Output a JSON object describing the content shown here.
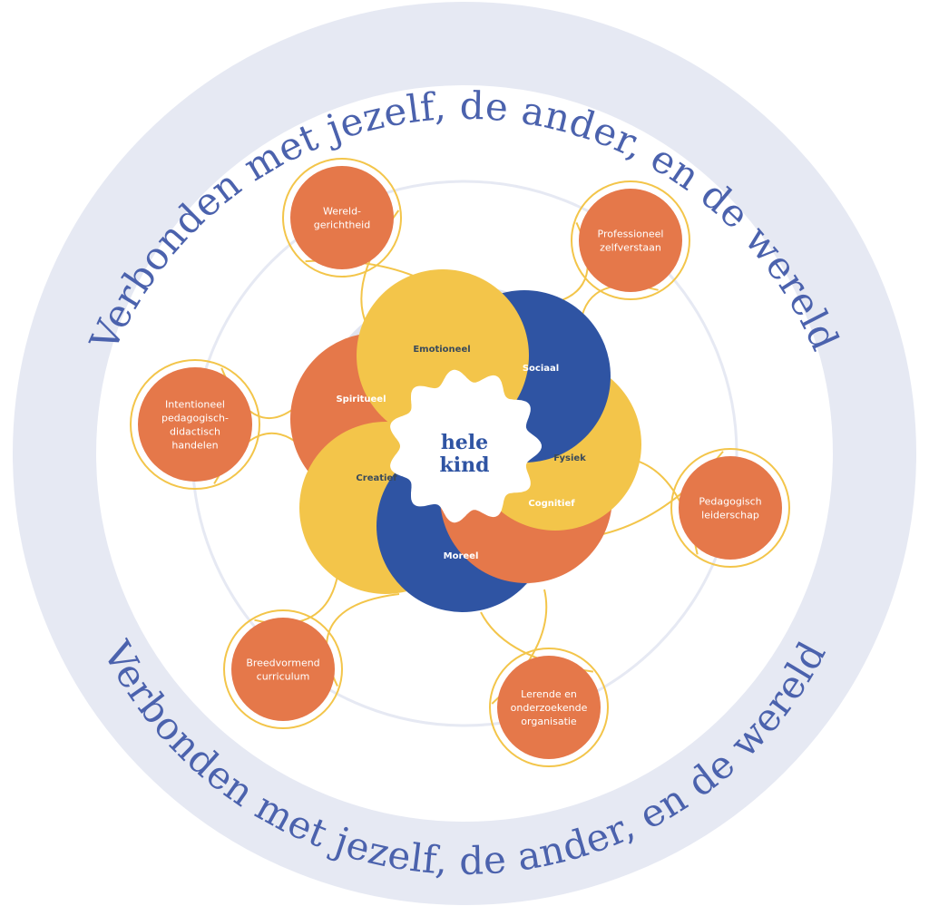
{
  "ring_text_top": "Verbonden met jezelf, de ander, en de wereld",
  "ring_text_bottom": "Verbonden met jezelf, de ander, en de wereld",
  "center": {
    "line1": "hele",
    "line2": "kind"
  },
  "petals": [
    {
      "label": "Emotioneel",
      "color": "#f3c54a",
      "text_color": "#3a4a5a"
    },
    {
      "label": "Sociaal",
      "color": "#2f54a3",
      "text_color": "#ffffff"
    },
    {
      "label": "Fysiek",
      "color": "#f3c54a",
      "text_color": "#3a4a5a"
    },
    {
      "label": "Cognitief",
      "color": "#e5784a",
      "text_color": "#ffffff"
    },
    {
      "label": "Moreel",
      "color": "#2f54a3",
      "text_color": "#ffffff"
    },
    {
      "label": "Creatief",
      "color": "#f3c54a",
      "text_color": "#3a4a5a"
    },
    {
      "label": "Spiritueel",
      "color": "#e5784a",
      "text_color": "#ffffff"
    }
  ],
  "nodes": [
    {
      "lines": [
        "Wereld-",
        "gerichtheid"
      ]
    },
    {
      "lines": [
        "Professioneel",
        "zelfverstaan"
      ]
    },
    {
      "lines": [
        "Intentioneel",
        "pedagogisch-",
        "didactisch",
        "handelen"
      ]
    },
    {
      "lines": [
        "Pedagogisch",
        "leiderschap"
      ]
    },
    {
      "lines": [
        "Breedvormend",
        "curriculum"
      ]
    },
    {
      "lines": [
        "Lerende en",
        "onderzoekende",
        "organisatie"
      ]
    }
  ],
  "colors": {
    "orange": "#e5784a",
    "yellow": "#f3c54a",
    "blue": "#2f54a3",
    "ring": "#e6e9f3",
    "disc": "#e1e4ef"
  }
}
